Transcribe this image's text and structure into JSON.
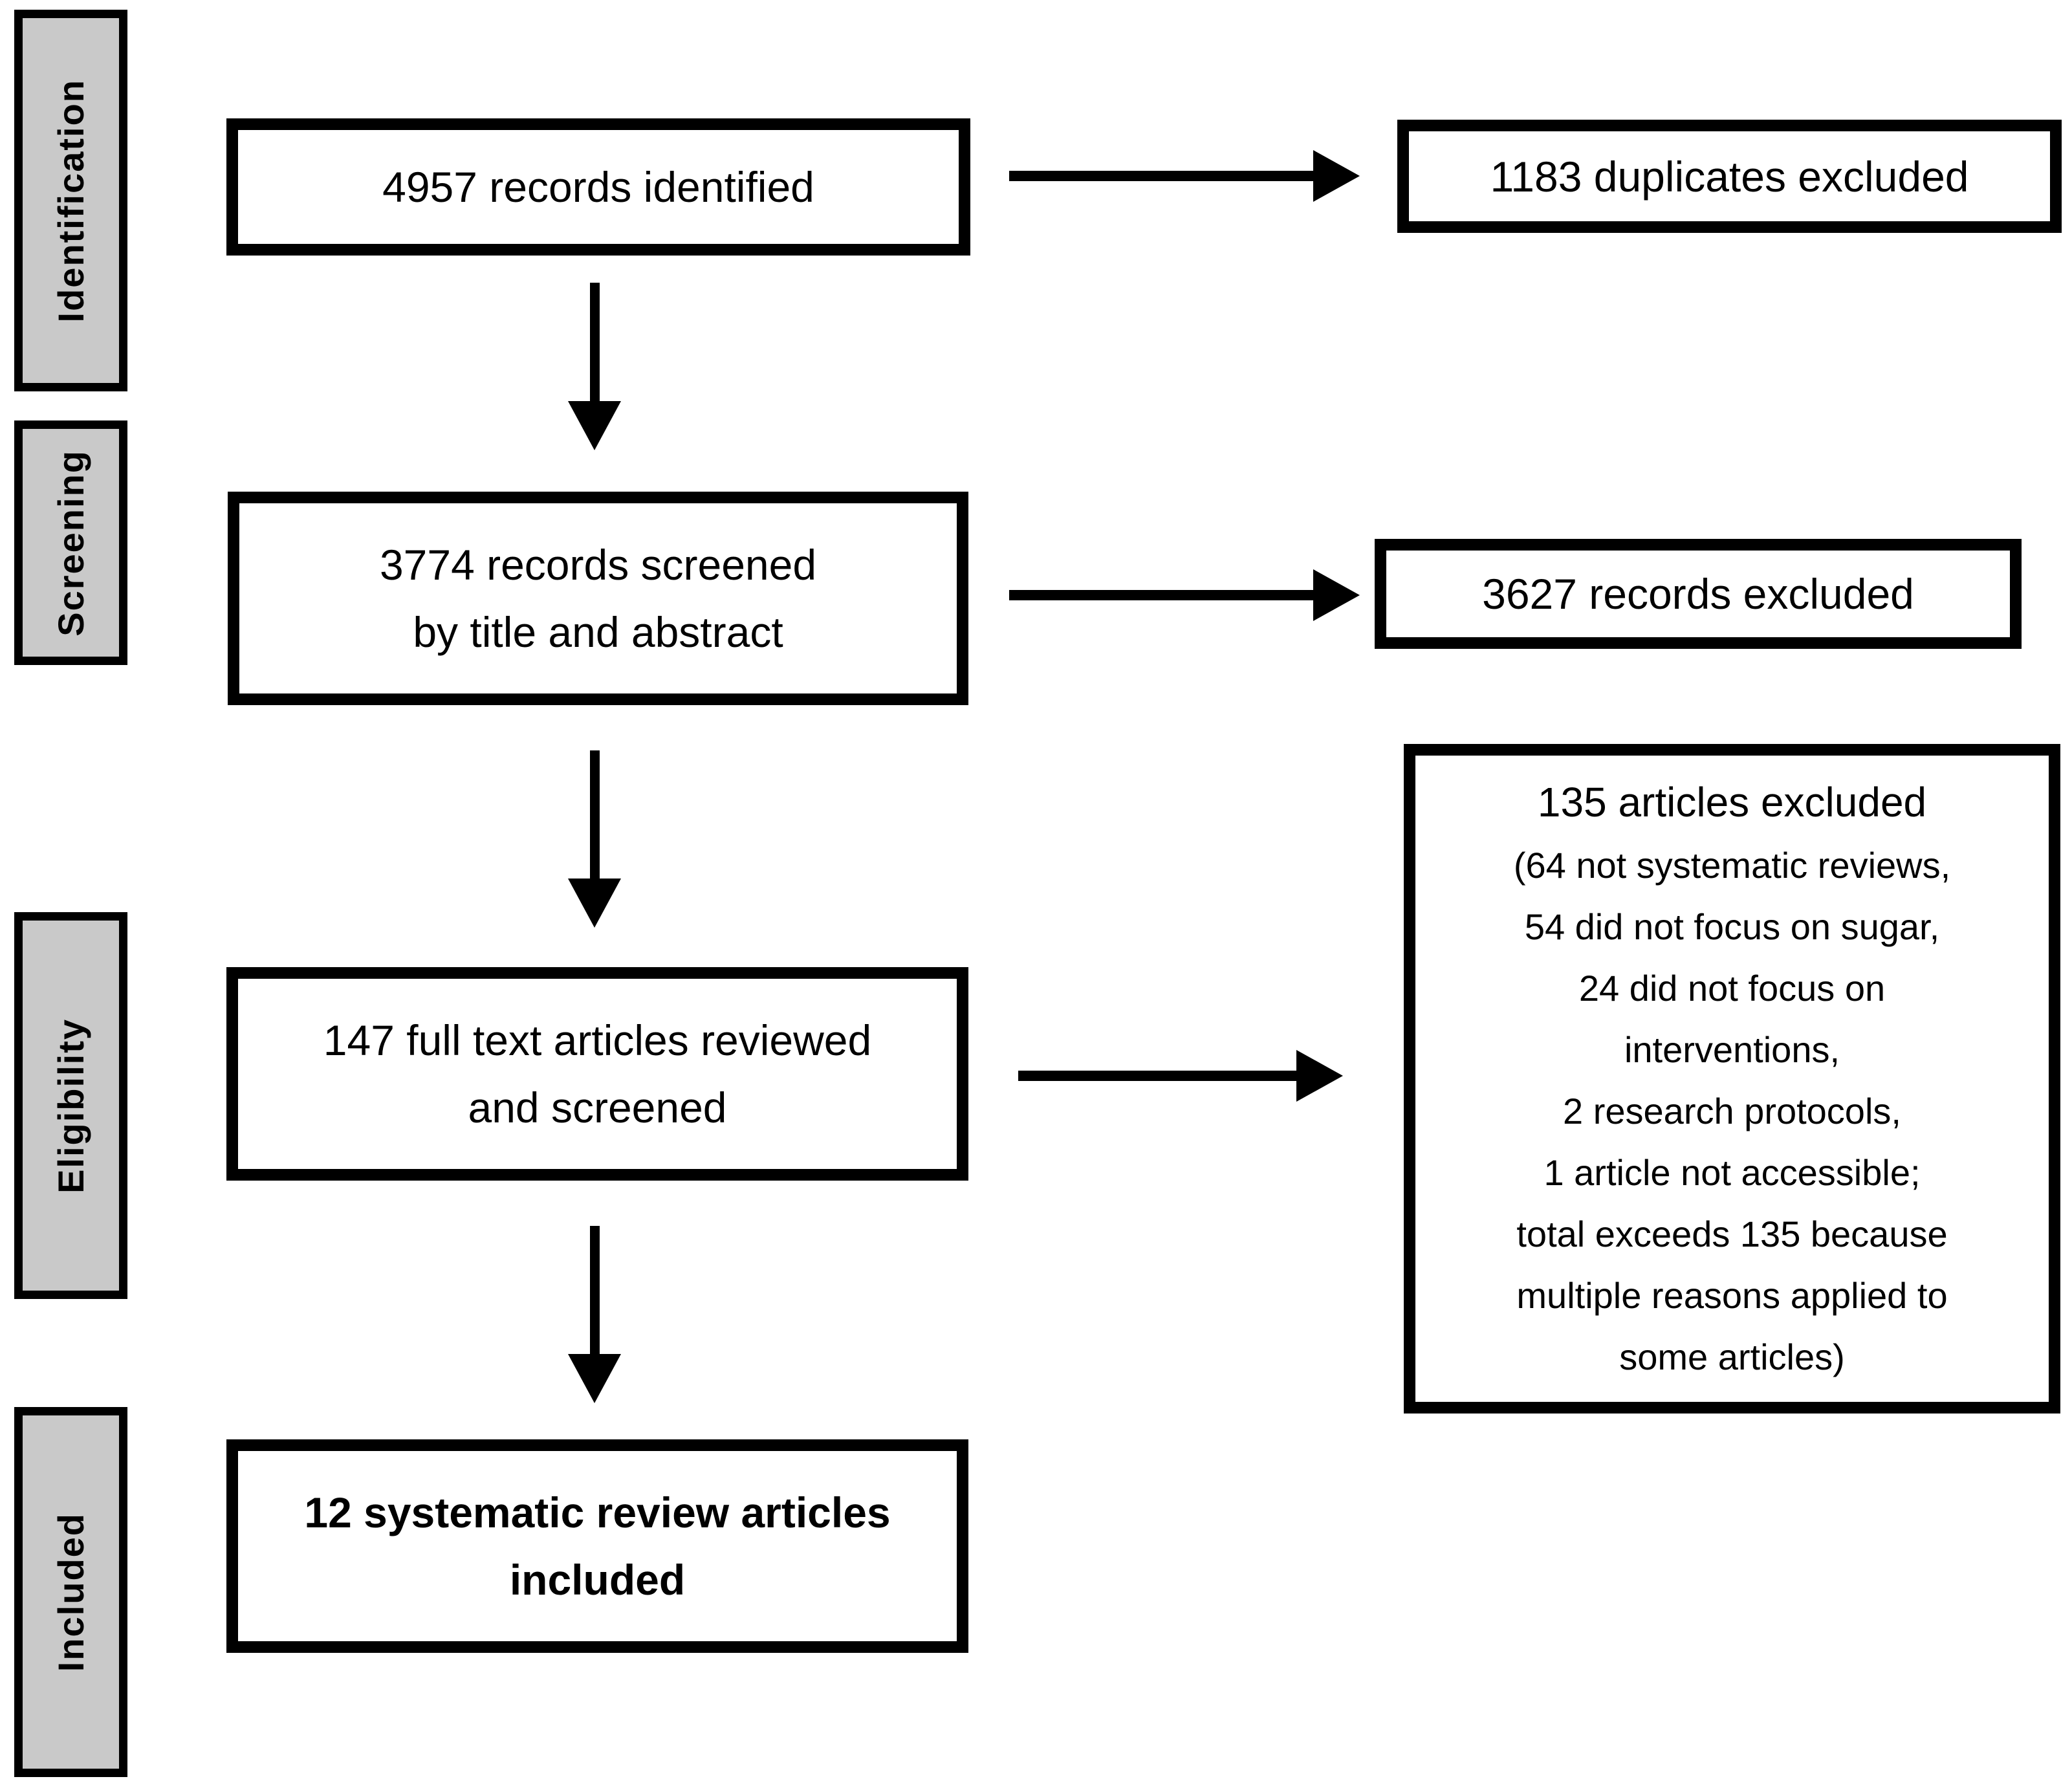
{
  "stages": [
    {
      "label": "Identification"
    },
    {
      "label": "Screening"
    },
    {
      "label": "Eligibility"
    },
    {
      "label": "Included"
    }
  ],
  "flow": {
    "identified": {
      "lines": [
        "4957 records identified"
      ]
    },
    "duplicates_excluded": {
      "lines": [
        "1183 duplicates excluded"
      ]
    },
    "screened": {
      "lines": [
        "3774 records screened",
        "by title and abstract"
      ]
    },
    "records_excluded": {
      "lines": [
        "3627 records excluded"
      ]
    },
    "full_text": {
      "lines": [
        "147 full text articles reviewed",
        "and screened"
      ]
    },
    "articles_excluded": {
      "title": "135 articles excluded",
      "detail_lines": [
        "(64 not systematic reviews,",
        "54 did not focus on sugar,",
        "24 did not focus on",
        "interventions,",
        "2 research protocols,",
        "1 article not accessible;",
        "total exceeds 135 because",
        "multiple reasons applied to",
        "some articles)"
      ]
    },
    "included": {
      "lines": [
        "12 systematic review articles",
        "included"
      ]
    }
  },
  "colors": {
    "stage_fill": "#c9c9c9",
    "line": "#000000",
    "background": "#ffffff",
    "text": "#000000"
  }
}
